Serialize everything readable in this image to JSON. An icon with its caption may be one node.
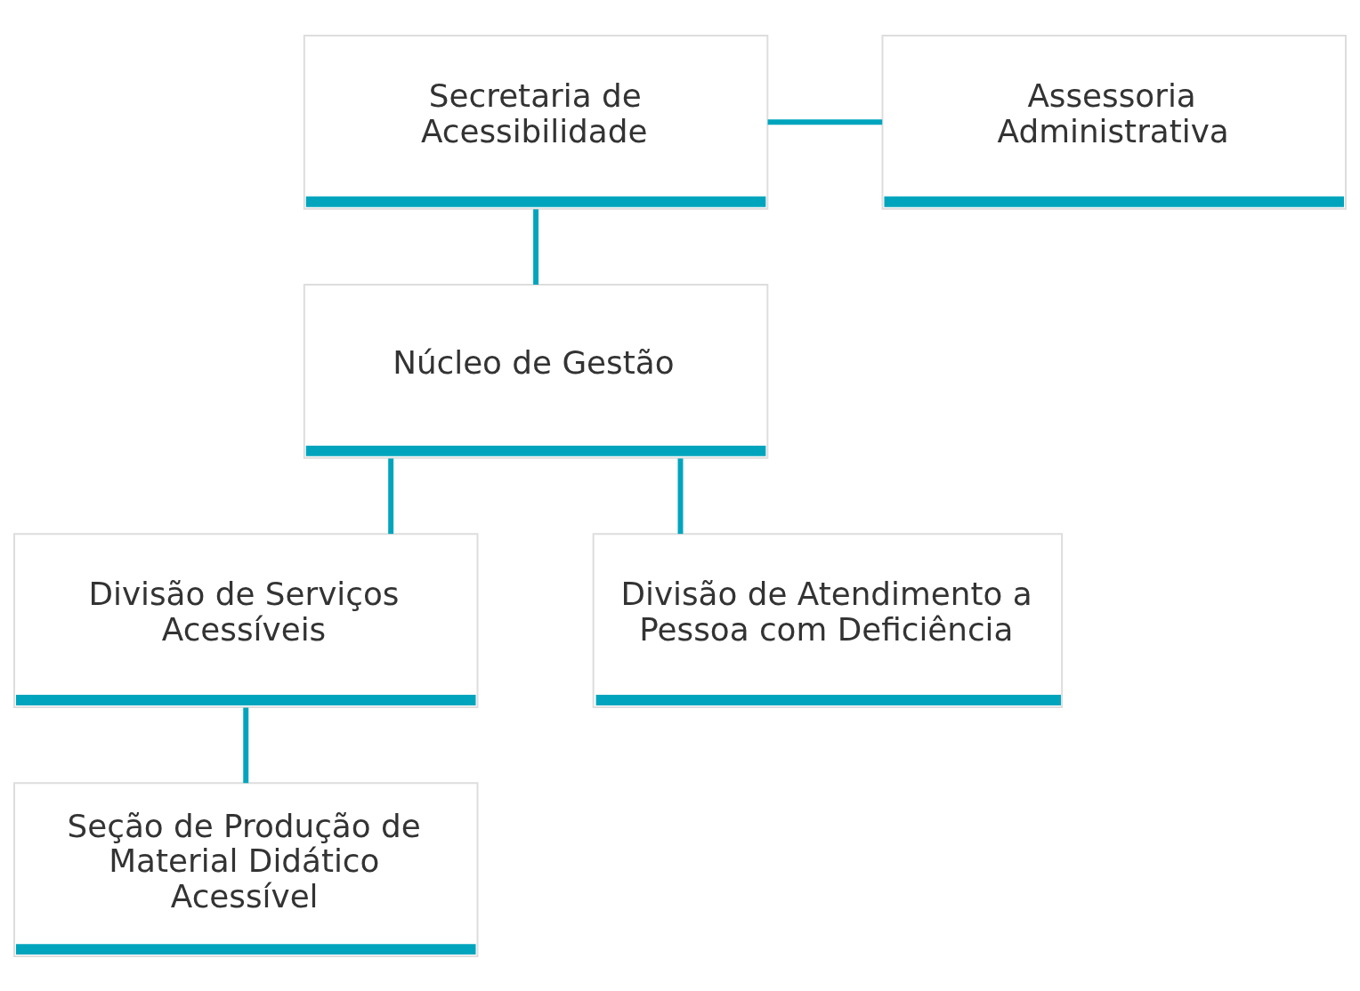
{
  "diagram": {
    "nodes": [
      {
        "text": [
          "Secretaria de Acessibilidade"
        ]
      },
      {
        "text": [
          "Assessoria Administrativa"
        ]
      },
      {
        "text": [
          "Núcleo de Gestão"
        ]
      },
      {
        "text": [
          "Divisão de Serviços Acessíveis"
        ]
      },
      {
        "text": [
          "Divisão de Atendimento a Pessoa com Deficiência"
        ]
      },
      {
        "text": [
          "Seção de Produção de Material Didático Acessível"
        ]
      }
    ],
    "edges": [
      {
        "from": 0,
        "to": 1,
        "arrow": "none"
      },
      {
        "from": 0,
        "to": 2,
        "arrow": "none"
      },
      {
        "from": 2,
        "to": 3,
        "arrow": "none"
      },
      {
        "from": 2,
        "to": 4,
        "arrow": "none"
      },
      {
        "from": 3,
        "to": 5,
        "arrow": "none"
      }
    ]
  }
}
